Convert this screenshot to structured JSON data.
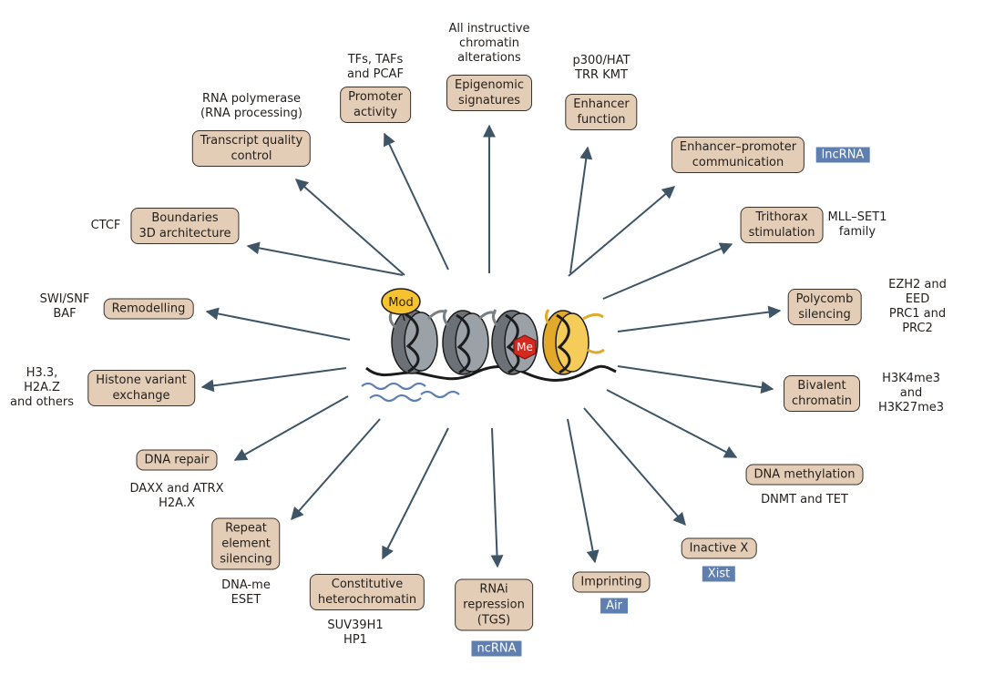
{
  "nucleosome_labels": {
    "modifier": "Mod",
    "methyl": "Me"
  },
  "functions": [
    {
      "label": "Epigenomic\nsignatures",
      "proteins": "All instructive\nchromatin\nalterations"
    },
    {
      "label": "Enhancer\nfunction",
      "proteins": "p300/HAT\nTRR KMT"
    },
    {
      "label": "Enhancer–promoter\ncommunication",
      "rna": "lncRNA"
    },
    {
      "label": "Trithorax\nstimulation",
      "proteins": "MLL–SET1\nfamily"
    },
    {
      "label": "Polycomb\nsilencing",
      "proteins": "EZH2 and EED\nPRC1 and PRC2"
    },
    {
      "label": "Bivalent\nchromatin",
      "proteins": "H3K4me3 and\nH3K27me3"
    },
    {
      "label": "DNA methylation",
      "proteins": "DNMT and TET"
    },
    {
      "label": "Inactive X",
      "rna": "Xist"
    },
    {
      "label": "Imprinting",
      "rna": "Air"
    },
    {
      "label": "RNAi\nrepression\n(TGS)",
      "rna": "ncRNA"
    },
    {
      "label": "Constitutive\nheterochromatin",
      "proteins": "SUV39H1\nHP1"
    },
    {
      "label": "Repeat\nelement\nsilencing",
      "proteins": "DNA-me\nESET"
    },
    {
      "label": "DNA repair",
      "proteins": "DAXX and ATRX\nH2A.X"
    },
    {
      "label": "Histone variant\nexchange",
      "proteins": "H3.3,\nH2A.Z\nand others"
    },
    {
      "label": "Remodelling",
      "proteins": "SWI/SNF\nBAF"
    },
    {
      "label": "Boundaries\n3D architecture",
      "proteins": "CTCF"
    },
    {
      "label": "Transcript quality\ncontrol",
      "proteins": "RNA polymerase\n(RNA processing)"
    },
    {
      "label": "Promoter\nactivity",
      "proteins": "TFs, TAFs\nand PCAF"
    }
  ]
}
